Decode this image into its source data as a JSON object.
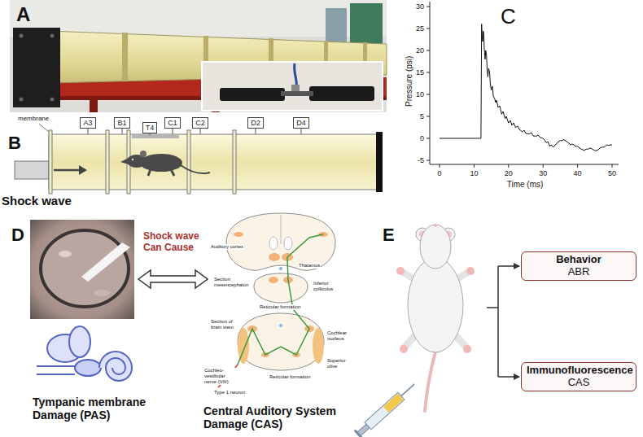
{
  "diagram": {
    "nodes": [
      {
        "text": [
          "A3"
        ]
      },
      {
        "text": [
          "B1"
        ]
      },
      {
        "text": [
          "C1"
        ]
      },
      {
        "text": [
          "T4"
        ]
      },
      {
        "text": [
          "C2"
        ]
      },
      {
        "text": [
          "D2"
        ]
      },
      {
        "text": [
          "D4"
        ]
      },
      {
        "text": [
          "Behavior",
          "ABR"
        ]
      },
      {
        "text": [
          "Immunofluorescence",
          "CAS"
        ]
      }
    ],
    "labels": [
      "A",
      "B",
      "membrane",
      "Shock wave",
      "C",
      "30",
      "25",
      "20",
      "15",
      "10",
      "5",
      "0",
      "-5",
      "0",
      "10",
      "20",
      "30",
      "40",
      "50",
      "Pressure (psi)",
      "Time (ms)",
      "D",
      "Shock wave Can Cause",
      "Tympanic membrane Damage (PAS)",
      "Central Auditory System Damage (CAS)",
      "E",
      "Auditory cortex",
      "Thalamus",
      "Section mesencephalon",
      "Inferior colliculus",
      "Reticular formation",
      "Section of brain stem",
      "Cochlear nucleus",
      "Cochleo-vestibular nerve (VIII)",
      "Type 1 neuron",
      "Superior olive",
      "Reticular formation"
    ]
  }
}
